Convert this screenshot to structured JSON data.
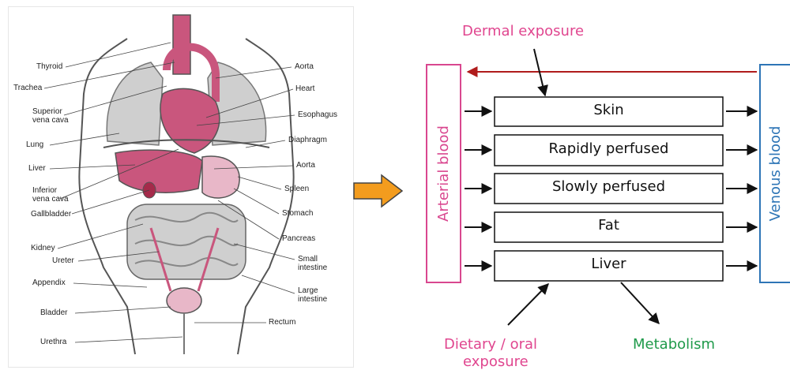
{
  "anatomy": {
    "labels_left": [
      "Thyroid",
      "Trachea",
      "Superior",
      "vena cava",
      "Lung",
      "Liver",
      "Inferior",
      "vena cava",
      "Gallbladder",
      "Kidney",
      "Ureter",
      "Appendix",
      "Bladder",
      "Urethra"
    ],
    "labels_right": [
      "Aorta",
      "Heart",
      "Esophagus",
      "Diaphragm",
      "Aorta",
      "Spleen",
      "Stomach",
      "Pancreas",
      "Small",
      "intestine",
      "Large",
      "intestine",
      "Rectum"
    ]
  },
  "arrow_icon": "right-arrow-icon",
  "model": {
    "compartments": [
      "Skin",
      "Rapidly perfused",
      "Slowly perfused",
      "Fat",
      "Liver"
    ],
    "arterial_label": "Arterial blood",
    "venous_label": "Venous blood",
    "dermal_label": "Dermal exposure",
    "oral_label_line1": "Dietary / oral",
    "oral_label_line2": "exposure",
    "metabolism_label": "Metabolism"
  },
  "colors": {
    "arterial": "#d9478f",
    "venous": "#2e75b6",
    "return_arrow": "#b01c1c",
    "big_arrow": "#f39c1e",
    "organ_pink": "#c9567d",
    "organ_gray": "#bdbdbd",
    "metabolism": "#1f9a4a"
  }
}
